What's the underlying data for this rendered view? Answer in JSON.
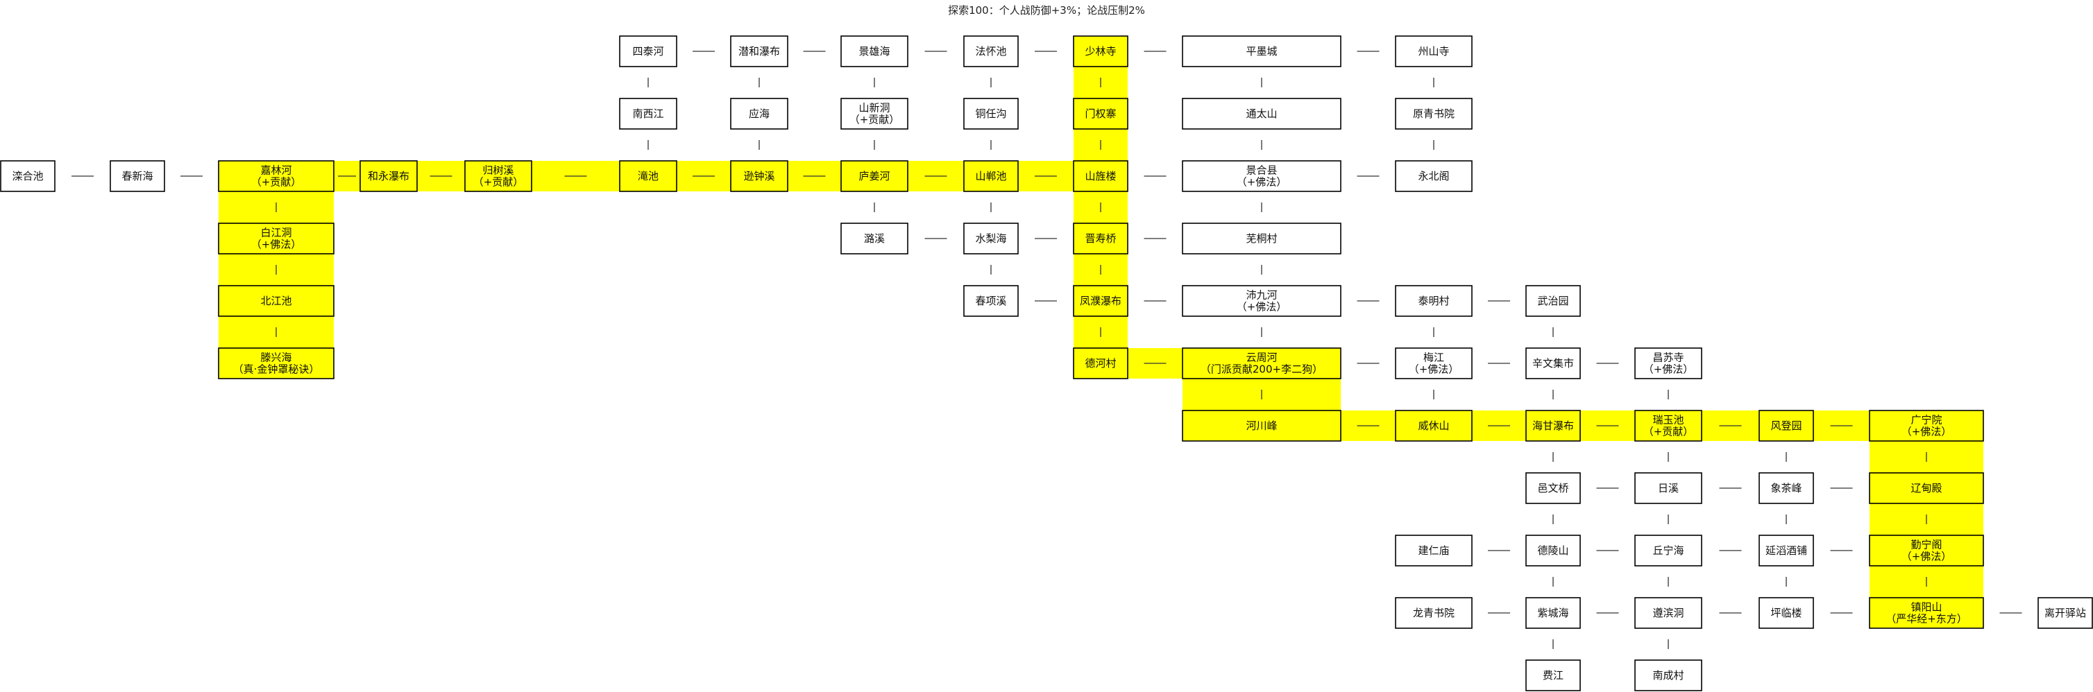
{
  "title": "探索100：个人战防御+3%；论战压制2%",
  "colors": {
    "highlight": "#ffff00",
    "node_border": "#000000",
    "node_fill": "#ffffff",
    "text": "#111111"
  },
  "nodes": [
    {
      "id": "n01",
      "lines": [
        "四泰河"
      ],
      "hl": false
    },
    {
      "id": "n02",
      "lines": [
        "潜和瀑布"
      ],
      "hl": false
    },
    {
      "id": "n03",
      "lines": [
        "景雄海"
      ],
      "hl": false
    },
    {
      "id": "n04",
      "lines": [
        "法怀池"
      ],
      "hl": false
    },
    {
      "id": "n05",
      "lines": [
        "少林寺"
      ],
      "hl": true
    },
    {
      "id": "n06",
      "lines": [
        "平墨城"
      ],
      "hl": false
    },
    {
      "id": "n07",
      "lines": [
        "州山寺"
      ],
      "hl": false
    },
    {
      "id": "n08",
      "lines": [
        "南西江"
      ],
      "hl": false
    },
    {
      "id": "n09",
      "lines": [
        "应海"
      ],
      "hl": false
    },
    {
      "id": "n10",
      "lines": [
        "山新洞",
        "（+贡献）"
      ],
      "hl": false
    },
    {
      "id": "n11",
      "lines": [
        "铜任沟"
      ],
      "hl": false
    },
    {
      "id": "n12",
      "lines": [
        "门权寨"
      ],
      "hl": true
    },
    {
      "id": "n13",
      "lines": [
        "通太山"
      ],
      "hl": false
    },
    {
      "id": "n14",
      "lines": [
        "原青书院"
      ],
      "hl": false
    },
    {
      "id": "n15",
      "lines": [
        "滦合池"
      ],
      "hl": false
    },
    {
      "id": "n16",
      "lines": [
        "春新海"
      ],
      "hl": false
    },
    {
      "id": "n17",
      "lines": [
        "嘉林河",
        "（+贡献）"
      ],
      "hl": true
    },
    {
      "id": "n18",
      "lines": [
        "和永瀑布"
      ],
      "hl": true
    },
    {
      "id": "n19",
      "lines": [
        "归树溪",
        "（+贡献）"
      ],
      "hl": true
    },
    {
      "id": "n20",
      "lines": [
        "滝池"
      ],
      "hl": true
    },
    {
      "id": "n21",
      "lines": [
        "逊钟溪"
      ],
      "hl": true
    },
    {
      "id": "n22",
      "lines": [
        "庐姜河"
      ],
      "hl": true
    },
    {
      "id": "n23",
      "lines": [
        "山郸池"
      ],
      "hl": true
    },
    {
      "id": "n24",
      "lines": [
        "山旌楼"
      ],
      "hl": true
    },
    {
      "id": "n25",
      "lines": [
        "景合县",
        "（+佛法）"
      ],
      "hl": false
    },
    {
      "id": "n26",
      "lines": [
        "永北阁"
      ],
      "hl": false
    },
    {
      "id": "n27",
      "lines": [
        "白江洞",
        "（+佛法）"
      ],
      "hl": true
    },
    {
      "id": "n28",
      "lines": [
        "潞溪"
      ],
      "hl": false
    },
    {
      "id": "n29",
      "lines": [
        "水梨海"
      ],
      "hl": false
    },
    {
      "id": "n30",
      "lines": [
        "晋寿桥"
      ],
      "hl": true
    },
    {
      "id": "n31",
      "lines": [
        "芜桐村"
      ],
      "hl": false
    },
    {
      "id": "n32",
      "lines": [
        "北江池"
      ],
      "hl": true
    },
    {
      "id": "n33",
      "lines": [
        "春项溪"
      ],
      "hl": false
    },
    {
      "id": "n34",
      "lines": [
        "凤濮瀑布"
      ],
      "hl": true
    },
    {
      "id": "n35",
      "lines": [
        "沛九河",
        "（+佛法）"
      ],
      "hl": false
    },
    {
      "id": "n36",
      "lines": [
        "泰明村"
      ],
      "hl": false
    },
    {
      "id": "n37",
      "lines": [
        "武治园"
      ],
      "hl": false
    },
    {
      "id": "n38",
      "lines": [
        "滕兴海",
        "（真·金钟罩秘诀）"
      ],
      "hl": true
    },
    {
      "id": "n39",
      "lines": [
        "德河村"
      ],
      "hl": true
    },
    {
      "id": "n40",
      "lines": [
        "云周河",
        "（门派贡献200+李二狗）"
      ],
      "hl": true
    },
    {
      "id": "n41",
      "lines": [
        "梅江",
        "（+佛法）"
      ],
      "hl": false
    },
    {
      "id": "n42",
      "lines": [
        "辛文集市"
      ],
      "hl": false
    },
    {
      "id": "n43",
      "lines": [
        "昌苏寺",
        "（+佛法）"
      ],
      "hl": false
    },
    {
      "id": "n44",
      "lines": [
        "河川峰"
      ],
      "hl": true
    },
    {
      "id": "n45",
      "lines": [
        "威休山"
      ],
      "hl": true
    },
    {
      "id": "n46",
      "lines": [
        "海甘瀑布"
      ],
      "hl": true
    },
    {
      "id": "n47",
      "lines": [
        "瑞玉池",
        "（+贡献）"
      ],
      "hl": true
    },
    {
      "id": "n48",
      "lines": [
        "风登园"
      ],
      "hl": true
    },
    {
      "id": "n49",
      "lines": [
        "广宁院",
        "（+佛法）"
      ],
      "hl": true
    },
    {
      "id": "n50",
      "lines": [
        "邑文桥"
      ],
      "hl": false
    },
    {
      "id": "n51",
      "lines": [
        "日溪"
      ],
      "hl": false
    },
    {
      "id": "n52",
      "lines": [
        "象茶峰"
      ],
      "hl": false
    },
    {
      "id": "n53",
      "lines": [
        "辽甸殿"
      ],
      "hl": true
    },
    {
      "id": "n54",
      "lines": [
        "建仁庙"
      ],
      "hl": false
    },
    {
      "id": "n55",
      "lines": [
        "德陵山"
      ],
      "hl": false
    },
    {
      "id": "n56",
      "lines": [
        "丘宁海"
      ],
      "hl": false
    },
    {
      "id": "n57",
      "lines": [
        "延滔酒铺"
      ],
      "hl": false
    },
    {
      "id": "n58",
      "lines": [
        "勤宁阁",
        "（+佛法）"
      ],
      "hl": true
    },
    {
      "id": "n59",
      "lines": [
        "龙青书院"
      ],
      "hl": false
    },
    {
      "id": "n60",
      "lines": [
        "紫城海"
      ],
      "hl": false
    },
    {
      "id": "n61",
      "lines": [
        "遵滨洞"
      ],
      "hl": false
    },
    {
      "id": "n62",
      "lines": [
        "坪临楼"
      ],
      "hl": false
    },
    {
      "id": "n63",
      "lines": [
        "镇阳山",
        "（严华经+东方）"
      ],
      "hl": true
    },
    {
      "id": "n64",
      "lines": [
        "离开驿站"
      ],
      "hl": false
    },
    {
      "id": "n65",
      "lines": [
        "费江"
      ],
      "hl": false
    },
    {
      "id": "n66",
      "lines": [
        "南成村"
      ],
      "hl": false
    }
  ],
  "edges": [
    {
      "a": "n01",
      "b": "n02",
      "hl": false
    },
    {
      "a": "n02",
      "b": "n03",
      "hl": false
    },
    {
      "a": "n03",
      "b": "n04",
      "hl": false
    },
    {
      "a": "n04",
      "b": "n05",
      "hl": false
    },
    {
      "a": "n05",
      "b": "n06",
      "hl": false
    },
    {
      "a": "n06",
      "b": "n07",
      "hl": false
    },
    {
      "a": "n01",
      "b": "n08",
      "hl": false
    },
    {
      "a": "n02",
      "b": "n09",
      "hl": false
    },
    {
      "a": "n03",
      "b": "n10",
      "hl": false
    },
    {
      "a": "n04",
      "b": "n11",
      "hl": false
    },
    {
      "a": "n05",
      "b": "n12",
      "hl": true
    },
    {
      "a": "n06",
      "b": "n13",
      "hl": false
    },
    {
      "a": "n07",
      "b": "n14",
      "hl": false
    },
    {
      "a": "n08",
      "b": "n20",
      "hl": false
    },
    {
      "a": "n09",
      "b": "n21",
      "hl": false
    },
    {
      "a": "n10",
      "b": "n22",
      "hl": false
    },
    {
      "a": "n11",
      "b": "n23",
      "hl": false
    },
    {
      "a": "n12",
      "b": "n24",
      "hl": true
    },
    {
      "a": "n13",
      "b": "n25",
      "hl": false
    },
    {
      "a": "n14",
      "b": "n26",
      "hl": false
    },
    {
      "a": "n15",
      "b": "n16",
      "hl": false
    },
    {
      "a": "n16",
      "b": "n17",
      "hl": false
    },
    {
      "a": "n17",
      "b": "n18",
      "hl": true
    },
    {
      "a": "n18",
      "b": "n19",
      "hl": true
    },
    {
      "a": "n19",
      "b": "n20",
      "hl": true
    },
    {
      "a": "n20",
      "b": "n21",
      "hl": true
    },
    {
      "a": "n21",
      "b": "n22",
      "hl": true
    },
    {
      "a": "n22",
      "b": "n23",
      "hl": true
    },
    {
      "a": "n23",
      "b": "n24",
      "hl": true
    },
    {
      "a": "n24",
      "b": "n25",
      "hl": false
    },
    {
      "a": "n25",
      "b": "n26",
      "hl": false
    },
    {
      "a": "n17",
      "b": "n27",
      "hl": true
    },
    {
      "a": "n27",
      "b": "n32",
      "hl": true
    },
    {
      "a": "n32",
      "b": "n38",
      "hl": true
    },
    {
      "a": "n22",
      "b": "n28",
      "hl": false
    },
    {
      "a": "n28",
      "b": "n29",
      "hl": false
    },
    {
      "a": "n29",
      "b": "n30",
      "hl": false
    },
    {
      "a": "n30",
      "b": "n31",
      "hl": false
    },
    {
      "a": "n23",
      "b": "n29",
      "hl": false
    },
    {
      "a": "n24",
      "b": "n30",
      "hl": true
    },
    {
      "a": "n25",
      "b": "n31",
      "hl": false
    },
    {
      "a": "n29",
      "b": "n33",
      "hl": false
    },
    {
      "a": "n33",
      "b": "n34",
      "hl": false
    },
    {
      "a": "n30",
      "b": "n34",
      "hl": true
    },
    {
      "a": "n31",
      "b": "n35",
      "hl": false
    },
    {
      "a": "n34",
      "b": "n35",
      "hl": false
    },
    {
      "a": "n35",
      "b": "n36",
      "hl": false
    },
    {
      "a": "n36",
      "b": "n37",
      "hl": false
    },
    {
      "a": "n34",
      "b": "n39",
      "hl": true
    },
    {
      "a": "n35",
      "b": "n40",
      "hl": false
    },
    {
      "a": "n36",
      "b": "n41",
      "hl": false
    },
    {
      "a": "n37",
      "b": "n42",
      "hl": false
    },
    {
      "a": "n39",
      "b": "n40",
      "hl": true
    },
    {
      "a": "n40",
      "b": "n41",
      "hl": false
    },
    {
      "a": "n41",
      "b": "n42",
      "hl": false
    },
    {
      "a": "n42",
      "b": "n43",
      "hl": false
    },
    {
      "a": "n40",
      "b": "n44",
      "hl": true
    },
    {
      "a": "n41",
      "b": "n45",
      "hl": false
    },
    {
      "a": "n42",
      "b": "n46",
      "hl": false
    },
    {
      "a": "n43",
      "b": "n47",
      "hl": false
    },
    {
      "a": "n44",
      "b": "n45",
      "hl": true
    },
    {
      "a": "n45",
      "b": "n46",
      "hl": true
    },
    {
      "a": "n46",
      "b": "n47",
      "hl": true
    },
    {
      "a": "n47",
      "b": "n48",
      "hl": true
    },
    {
      "a": "n48",
      "b": "n49",
      "hl": true
    },
    {
      "a": "n46",
      "b": "n50",
      "hl": false
    },
    {
      "a": "n47",
      "b": "n51",
      "hl": false
    },
    {
      "a": "n48",
      "b": "n52",
      "hl": false
    },
    {
      "a": "n49",
      "b": "n53",
      "hl": true
    },
    {
      "a": "n50",
      "b": "n51",
      "hl": false
    },
    {
      "a": "n51",
      "b": "n52",
      "hl": false
    },
    {
      "a": "n52",
      "b": "n53",
      "hl": false
    },
    {
      "a": "n50",
      "b": "n55",
      "hl": false
    },
    {
      "a": "n51",
      "b": "n56",
      "hl": false
    },
    {
      "a": "n52",
      "b": "n57",
      "hl": false
    },
    {
      "a": "n53",
      "b": "n58",
      "hl": true
    },
    {
      "a": "n54",
      "b": "n55",
      "hl": false
    },
    {
      "a": "n55",
      "b": "n56",
      "hl": false
    },
    {
      "a": "n56",
      "b": "n57",
      "hl": false
    },
    {
      "a": "n57",
      "b": "n58",
      "hl": false
    },
    {
      "a": "n55",
      "b": "n60",
      "hl": false
    },
    {
      "a": "n56",
      "b": "n61",
      "hl": false
    },
    {
      "a": "n57",
      "b": "n62",
      "hl": false
    },
    {
      "a": "n58",
      "b": "n63",
      "hl": true
    },
    {
      "a": "n59",
      "b": "n60",
      "hl": false
    },
    {
      "a": "n60",
      "b": "n61",
      "hl": false
    },
    {
      "a": "n61",
      "b": "n62",
      "hl": false
    },
    {
      "a": "n62",
      "b": "n63",
      "hl": false
    },
    {
      "a": "n63",
      "b": "n64",
      "hl": false
    },
    {
      "a": "n60",
      "b": "n65",
      "hl": false
    },
    {
      "a": "n61",
      "b": "n66",
      "hl": false
    }
  ]
}
